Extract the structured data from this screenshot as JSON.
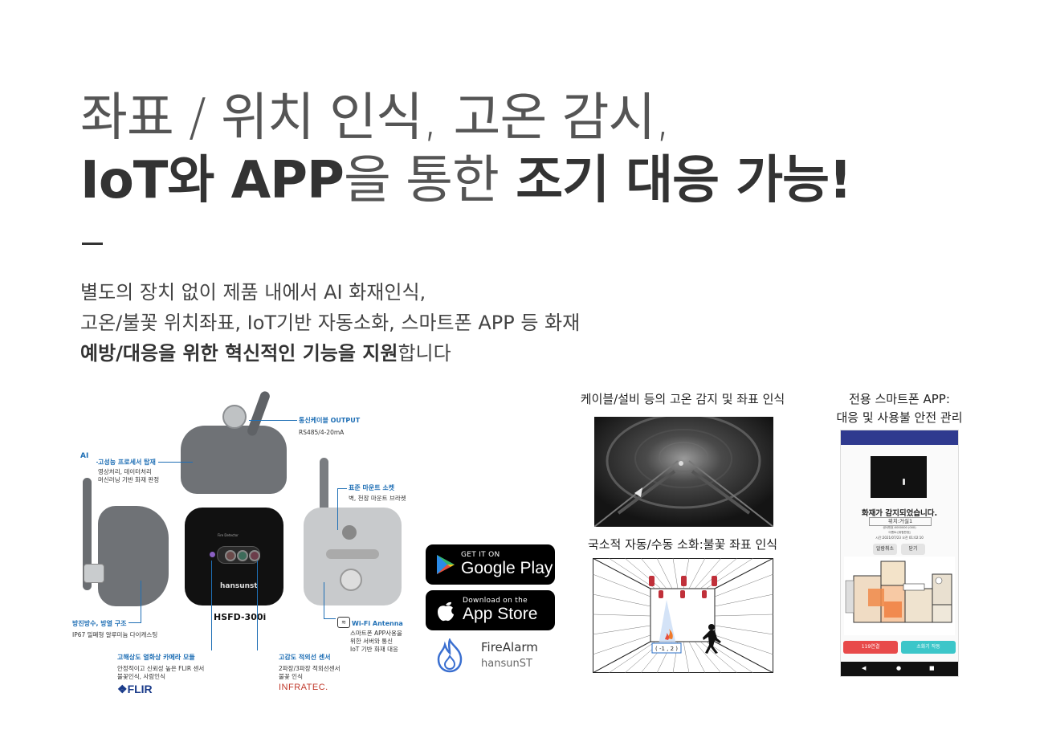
{
  "headline": {
    "line1": "좌표 / 위치 인식, 고온 감시,",
    "line2_bold_a": "IoT와 APP",
    "line2_light": "을 통한",
    "line2_bold_b": " 조기 대응 가능!"
  },
  "intro": {
    "line1": "별도의 장치 없이 제품 내에서 AI 화재인식,",
    "line2": "고온/불꽃 위치좌표, IoT기반 자동소화, 스마트폰 APP 등 화재",
    "line3_bold": "예방/대응을 위한 혁신적인 기능을 지원",
    "line3_rest": "합니다"
  },
  "device": {
    "model": "HSFD-300i",
    "brand": "hansunst",
    "face_label": "Fire Detector",
    "callouts": {
      "output_title": "통신케이블 OUTPUT",
      "output_text": "RS485/4-20mA",
      "ai_title": "고성능 프로세서 탑재",
      "ai_badge": "AI",
      "ai_text1": "영상처리, 데이터처리",
      "ai_text2": "머신러닝 기반 화재 판정",
      "mount_title": "표준 마운트 소켓",
      "mount_text": "벽, 천장 마운트 브라켓",
      "ip_title": "방진방수, 방열 구조",
      "ip_text": "IP67 밀폐형 알루미늄 다이캐스팅",
      "wifi_title": "Wi-Fi Antenna",
      "wifi_text1": "스마트폰 APP사용을",
      "wifi_text2": "위한 서버와 통신",
      "wifi_text3": "IoT 기반 화재 대응",
      "camera_title": "고해상도 열화상 카메라 모듈",
      "camera_text1": "안정적이고 신뢰성 높은 FLIR 센서",
      "camera_text2": "불꽃인식, 사람인식",
      "camera_logo": "FLIR",
      "ir_title": "고감도 적외선 센서",
      "ir_text1": "2파장/3파장 적외선센서",
      "ir_text2": "불꽃 인식",
      "ir_logo": "INFRATEC."
    }
  },
  "badges": {
    "google_small": "GET IT ON",
    "google_big": "Google Play",
    "apple_small": "Download on the",
    "apple_big": "App Store"
  },
  "app_brand": {
    "name": "FireAlarm",
    "company": "hansunST"
  },
  "captions": {
    "tunnel": "케이블/설비 등의 고온 감지 및 좌표 인식",
    "room": "국소적 자동/수동 소화:불꽃 좌표 인식",
    "phone_line1": "전용 스마트폰 APP:",
    "phone_line2": "대응 및 사용불 안전 관리"
  },
  "room_diagram": {
    "coordinate": "( -1 , 2 )"
  },
  "phone": {
    "alert_title": "화재가 감지되었습니다.",
    "location": "위치:거실1",
    "sensor_line": "센서번호:0000000 (000)",
    "event_line": "이벤트:[위험판정]",
    "time_line": "시간:2021/07/23 오전 01:02:10",
    "btn_mute": "알람취소",
    "btn_close": "닫기",
    "btn_119": "119연결",
    "btn_check": "소화기 작동",
    "nav_back": "◀",
    "nav_home": "●",
    "nav_recent": "■"
  },
  "colors": {
    "accent_blue": "#1f6fb5",
    "phone_header": "#2f3a8f",
    "btn_red": "#e84a4a",
    "btn_teal": "#3cc6c9"
  }
}
